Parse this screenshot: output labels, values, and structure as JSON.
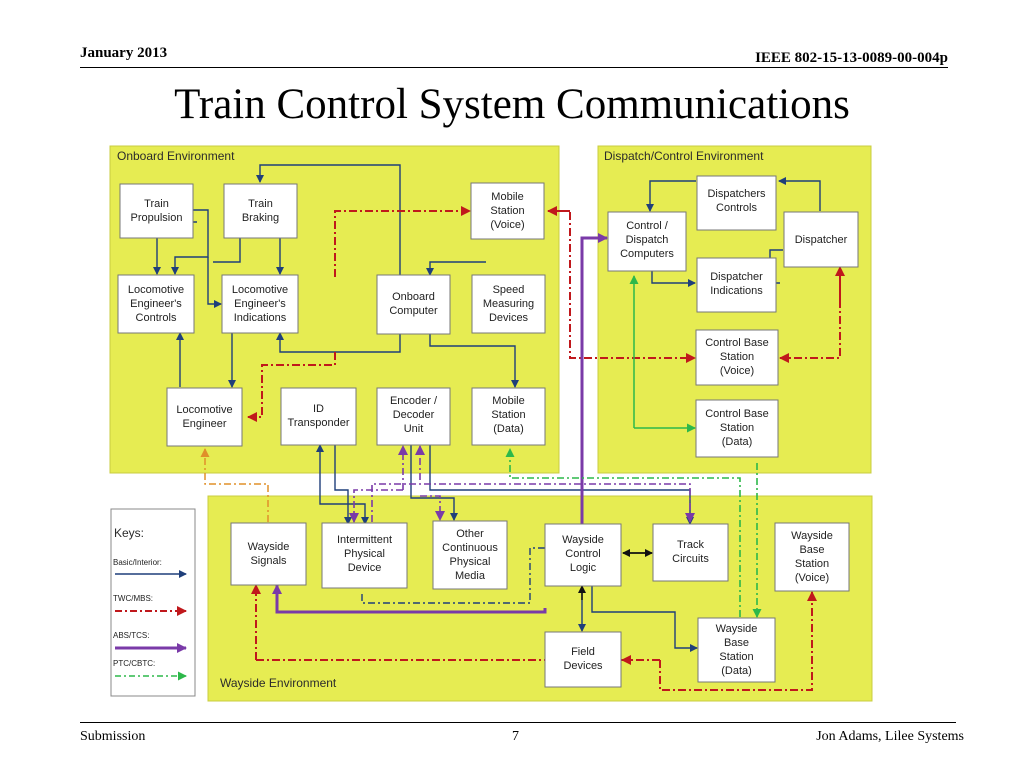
{
  "header": {
    "date": "January 2013",
    "doc_id": "IEEE 802-15-13-0089-00-004p"
  },
  "slide": {
    "title": "Train Control System Communications"
  },
  "diagram": {
    "zones": {
      "onboard": "Onboard Environment",
      "dispatch": "Dispatch/Control Environment",
      "wayside": "Wayside Environment"
    },
    "nodes": {
      "train_propulsion": [
        "Train",
        "Propulsion"
      ],
      "train_braking": [
        "Train",
        "Braking"
      ],
      "mobile_voice": [
        "Mobile",
        "Station",
        "(Voice)"
      ],
      "loco_controls": [
        "Locomotive",
        "Engineer's",
        "Controls"
      ],
      "loco_indications": [
        "Locomotive",
        "Engineer's",
        "Indications"
      ],
      "onboard_computer": [
        "Onboard",
        "Computer"
      ],
      "speed_measuring": [
        "Speed",
        "Measuring",
        "Devices"
      ],
      "loco_engineer": [
        "Locomotive",
        "Engineer"
      ],
      "id_transponder": [
        "ID",
        "Transponder"
      ],
      "encoder_decoder": [
        "Encoder /",
        "Decoder",
        "Unit"
      ],
      "mobile_data": [
        "Mobile",
        "Station",
        "(Data)"
      ],
      "control_dispatch": [
        "Control /",
        "Dispatch",
        "Computers"
      ],
      "dispatchers_controls": [
        "Dispatchers",
        "Controls"
      ],
      "dispatcher": [
        "Dispatcher"
      ],
      "dispatcher_indications": [
        "Dispatcher",
        "Indications"
      ],
      "control_base_voice": [
        "Control Base",
        "Station",
        "(Voice)"
      ],
      "control_base_data": [
        "Control Base",
        "Station",
        "(Data)"
      ],
      "wayside_signals": [
        "Wayside",
        "Signals"
      ],
      "intermittent": [
        "Intermittent",
        "Physical",
        "Device"
      ],
      "other_continuous": [
        "Other",
        "Continuous",
        "Physical",
        "Media"
      ],
      "wayside_control_logic": [
        "Wayside",
        "Control",
        "Logic"
      ],
      "track_circuits": [
        "Track",
        "Circuits"
      ],
      "wayside_base_voice": [
        "Wayside",
        "Base",
        "Station",
        "(Voice)"
      ],
      "field_devices": [
        "Field",
        "Devices"
      ],
      "wayside_base_data": [
        "Wayside",
        "Base",
        "Station",
        "(Data)"
      ]
    },
    "keys": {
      "title": "Keys:",
      "items": [
        {
          "label": "Basic/Interior:",
          "color": "#1f3f7a"
        },
        {
          "label": "TWC/MBS:",
          "color": "#c0181c"
        },
        {
          "label": "ABS/TCS:",
          "color": "#7a3aa8"
        },
        {
          "label": "PTC/CBTC:",
          "color": "#2db84a"
        }
      ]
    },
    "colors": {
      "panel": "#e6ec52",
      "box_fill": "#ffffff",
      "basic": "#1f3f7a",
      "twc": "#c0181c",
      "abs": "#7a3aa8",
      "ptc": "#2db84a",
      "orange": "#e0902a"
    }
  },
  "footer": {
    "left": "Submission",
    "page": "7",
    "right": "Jon Adams, Lilee Systems"
  }
}
